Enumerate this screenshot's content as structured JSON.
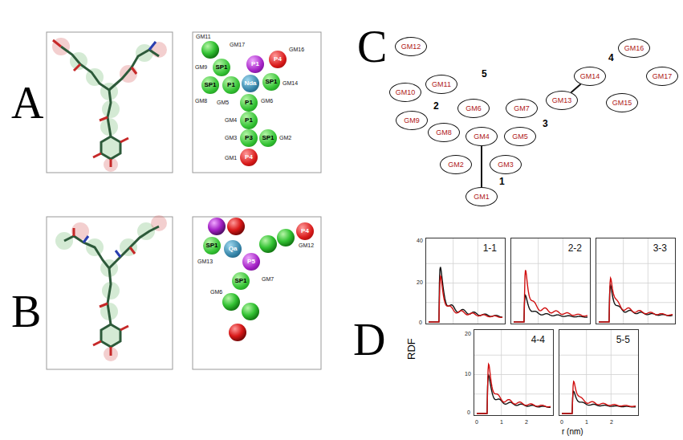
{
  "diagram": {
    "nodes": [
      {
        "text": [
          "SP1"
        ]
      },
      {
        "text": [
          "SP1"
        ]
      },
      {
        "text": [
          "P1"
        ]
      },
      {
        "text": [
          "P1"
        ]
      },
      {
        "text": [
          "P4"
        ]
      },
      {
        "text": [
          "Nda"
        ]
      },
      {
        "text": [
          "SP1"
        ]
      },
      {
        "text": [
          "P1"
        ]
      },
      {
        "text": [
          "P1"
        ]
      },
      {
        "text": [
          "P3"
        ]
      },
      {
        "text": [
          "SP1"
        ]
      },
      {
        "text": [
          "P4"
        ]
      },
      {
        "text": [
          "SP1"
        ]
      },
      {
        "text": [
          "Qa"
        ]
      },
      {
        "text": [
          "P5"
        ]
      },
      {
        "text": [
          "P4"
        ]
      },
      {
        "text": [
          "SP1"
        ]
      },
      {
        "text": [
          "GM1"
        ]
      },
      {
        "text": [
          "GM2"
        ]
      },
      {
        "text": [
          "GM3"
        ]
      },
      {
        "text": [
          "GM4"
        ]
      },
      {
        "text": [
          "GM5"
        ]
      },
      {
        "text": [
          "GM6"
        ]
      },
      {
        "text": [
          "GM7"
        ]
      },
      {
        "text": [
          "GM8"
        ]
      },
      {
        "text": [
          "GM9"
        ]
      },
      {
        "text": [
          "GM10"
        ]
      },
      {
        "text": [
          "GM11"
        ]
      },
      {
        "text": [
          "GM12"
        ]
      },
      {
        "text": [
          "GM13"
        ]
      },
      {
        "text": [
          "GM14"
        ]
      },
      {
        "text": [
          "GM15"
        ]
      },
      {
        "text": [
          "GM16"
        ]
      },
      {
        "text": [
          "GM17"
        ]
      },
      {
        "text": [
          "1-1"
        ]
      },
      {
        "text": [
          "2-2"
        ]
      },
      {
        "text": [
          "3-3"
        ]
      },
      {
        "text": [
          "4-4"
        ]
      },
      {
        "text": [
          "5-5"
        ]
      }
    ],
    "edges": [
      {
        "from": 17,
        "to": 20,
        "arrow": "none"
      },
      {
        "from": 29,
        "to": 30,
        "arrow": "none"
      }
    ],
    "labels": [
      "A",
      "B",
      "C",
      "D",
      "GM11",
      "GM17",
      "GM9",
      "GM8",
      "GM16",
      "GM14",
      "GM5",
      "GM6",
      "GM4",
      "GM3",
      "GM2",
      "GM1",
      "GM13",
      "GM12",
      "GM7",
      "GM6",
      "1",
      "2",
      "3",
      "4",
      "5",
      "RDF",
      "r (nm)",
      "40",
      "20",
      "0",
      "20",
      "10",
      "0",
      "0",
      "1",
      "2",
      "0",
      "1",
      "2"
    ]
  }
}
